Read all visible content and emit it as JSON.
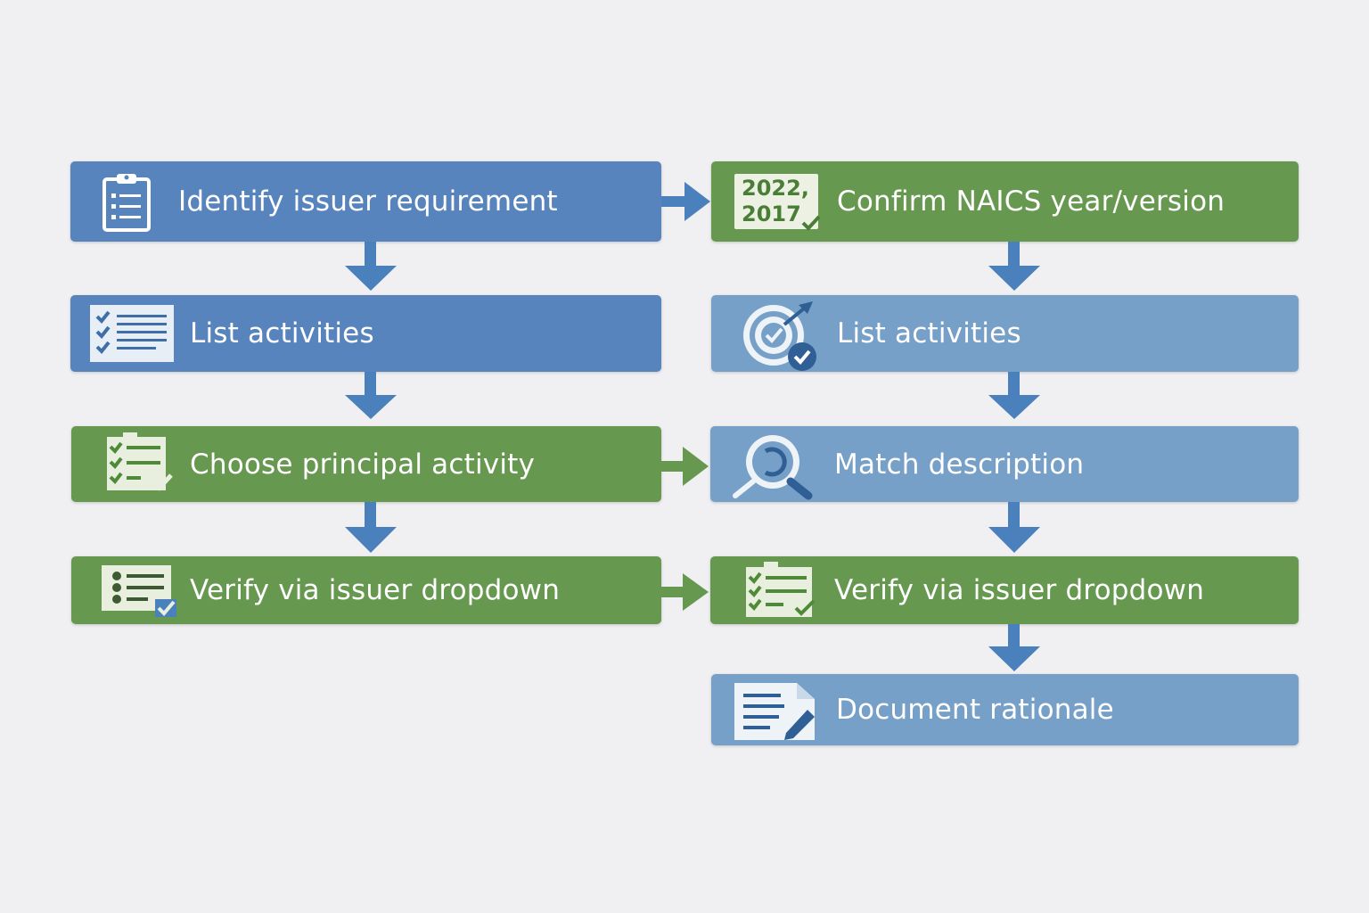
{
  "steps": {
    "identify": "Identify issuer requirement",
    "confirm": "Confirm NAICS year/version",
    "list_left": "List activities",
    "list_right": "List activities",
    "choose": "Choose principal activity",
    "match": "Match description",
    "verify_left": "Verify via issuer dropdown",
    "verify_right": "Verify via issuer dropdown",
    "document": "Document rationale"
  },
  "year_badge": {
    "line1": "2022,",
    "line2": "2017"
  },
  "icons": {
    "identify": "clipboard-list-icon",
    "confirm": "calendar-check-icon",
    "list_left": "checklist-icon",
    "list_right": "target-check-icon",
    "choose": "clipboard-check-icon",
    "match": "magnifier-icon",
    "verify_left": "dropdown-list-check-icon",
    "verify_right": "clipboard-check-icon",
    "document": "document-edit-icon"
  },
  "colors": {
    "background": "#f0eff1",
    "blue": "#5884bd",
    "green": "#66984f",
    "light_blue": "#76a0c8",
    "arrow": "#4a80bb"
  }
}
